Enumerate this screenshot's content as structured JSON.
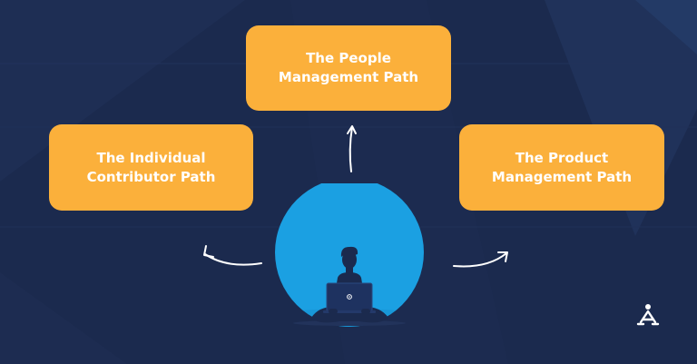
{
  "diagram": {
    "paths": [
      {
        "id": "people",
        "label": "The People Management Path"
      },
      {
        "id": "individual",
        "label": "The Individual Contributor Path"
      },
      {
        "id": "product",
        "label": "The Product Management Path"
      }
    ]
  },
  "colors": {
    "background": "#1b2a4e",
    "box": "#fbb03b",
    "box_text": "#ffffff",
    "circle": "#1ba0e2",
    "arrow": "#ffffff"
  },
  "icons": [
    "person-with-laptop-icon",
    "brand-logo-icon",
    "arrow-icon"
  ]
}
